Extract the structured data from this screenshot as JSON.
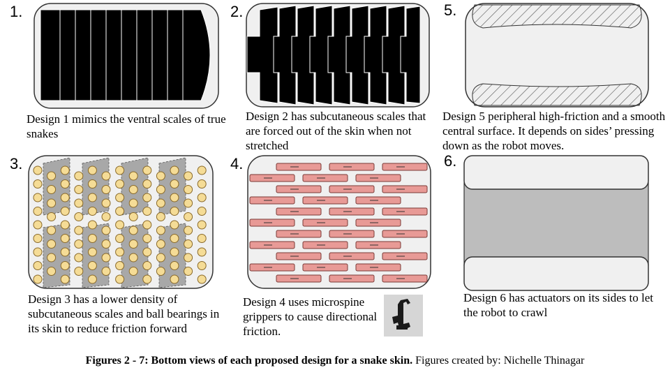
{
  "panels": [
    {
      "number": "1.",
      "caption": "Design 1 mimics the ventral scales of true snakes"
    },
    {
      "number": "2.",
      "caption": "Design 2 has subcutaneous scales that are forced out of the skin when not stretched"
    },
    {
      "number": "5.",
      "caption": "Design 5 peripheral high-friction and a smooth  central surface. It depends on sides’ pressing down as the robot moves."
    },
    {
      "number": "3.",
      "caption": "Design 3 has a lower density of subcutaneous scales and ball bearings in its skin to reduce friction forward"
    },
    {
      "number": "4.",
      "caption": "Design 4 uses microspine grippers to cause directional friction."
    },
    {
      "number": "6.",
      "caption": "Design 6 has actuators on its sides to let the robot to crawl"
    }
  ],
  "figure_caption": {
    "bold": "Figures 2 - 7: Bottom views of each proposed design for a snake skin.",
    "normal": " Figures created by: Nichelle Thinagar"
  },
  "colors": {
    "panel_fill": "#f0f0f0",
    "panel_stroke": "#333333",
    "scale_black": "#000000",
    "bearing_fill": "#f5dc96",
    "spine_pad": "#e89a96",
    "gray_scale": "#a8a8a8",
    "actuator_band": "#bdbdbd"
  }
}
